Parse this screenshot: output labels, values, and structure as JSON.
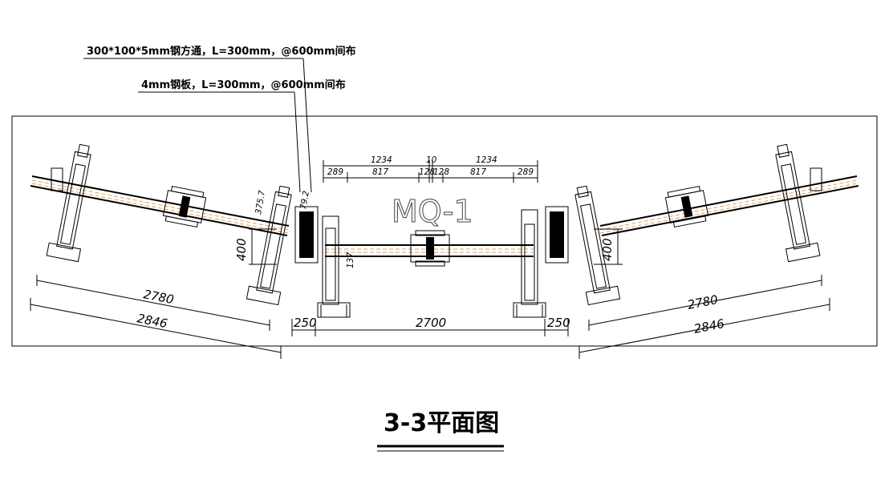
{
  "drawing": {
    "annotations": [
      "300*100*5mm钢方通，L=300mm，@600mm间布",
      "4mm钢板，L=300mm，@600mm间布"
    ],
    "panel_mark": "MQ-1",
    "title": "3-3平面图",
    "top_dims": {
      "upper": [
        "1234",
        "10",
        "1234"
      ],
      "lower": [
        "289",
        "817",
        "128",
        "128",
        "817",
        "289"
      ]
    },
    "center_dims": [
      "250",
      "2700",
      "250"
    ],
    "left_dims": {
      "inner": "2780",
      "outer": "2846",
      "offset": "400",
      "small_a": "375.7",
      "small_b": "79.2"
    },
    "right_dims": {
      "inner": "2780",
      "outer": "2846",
      "offset": "400"
    },
    "mid_small": "137"
  }
}
